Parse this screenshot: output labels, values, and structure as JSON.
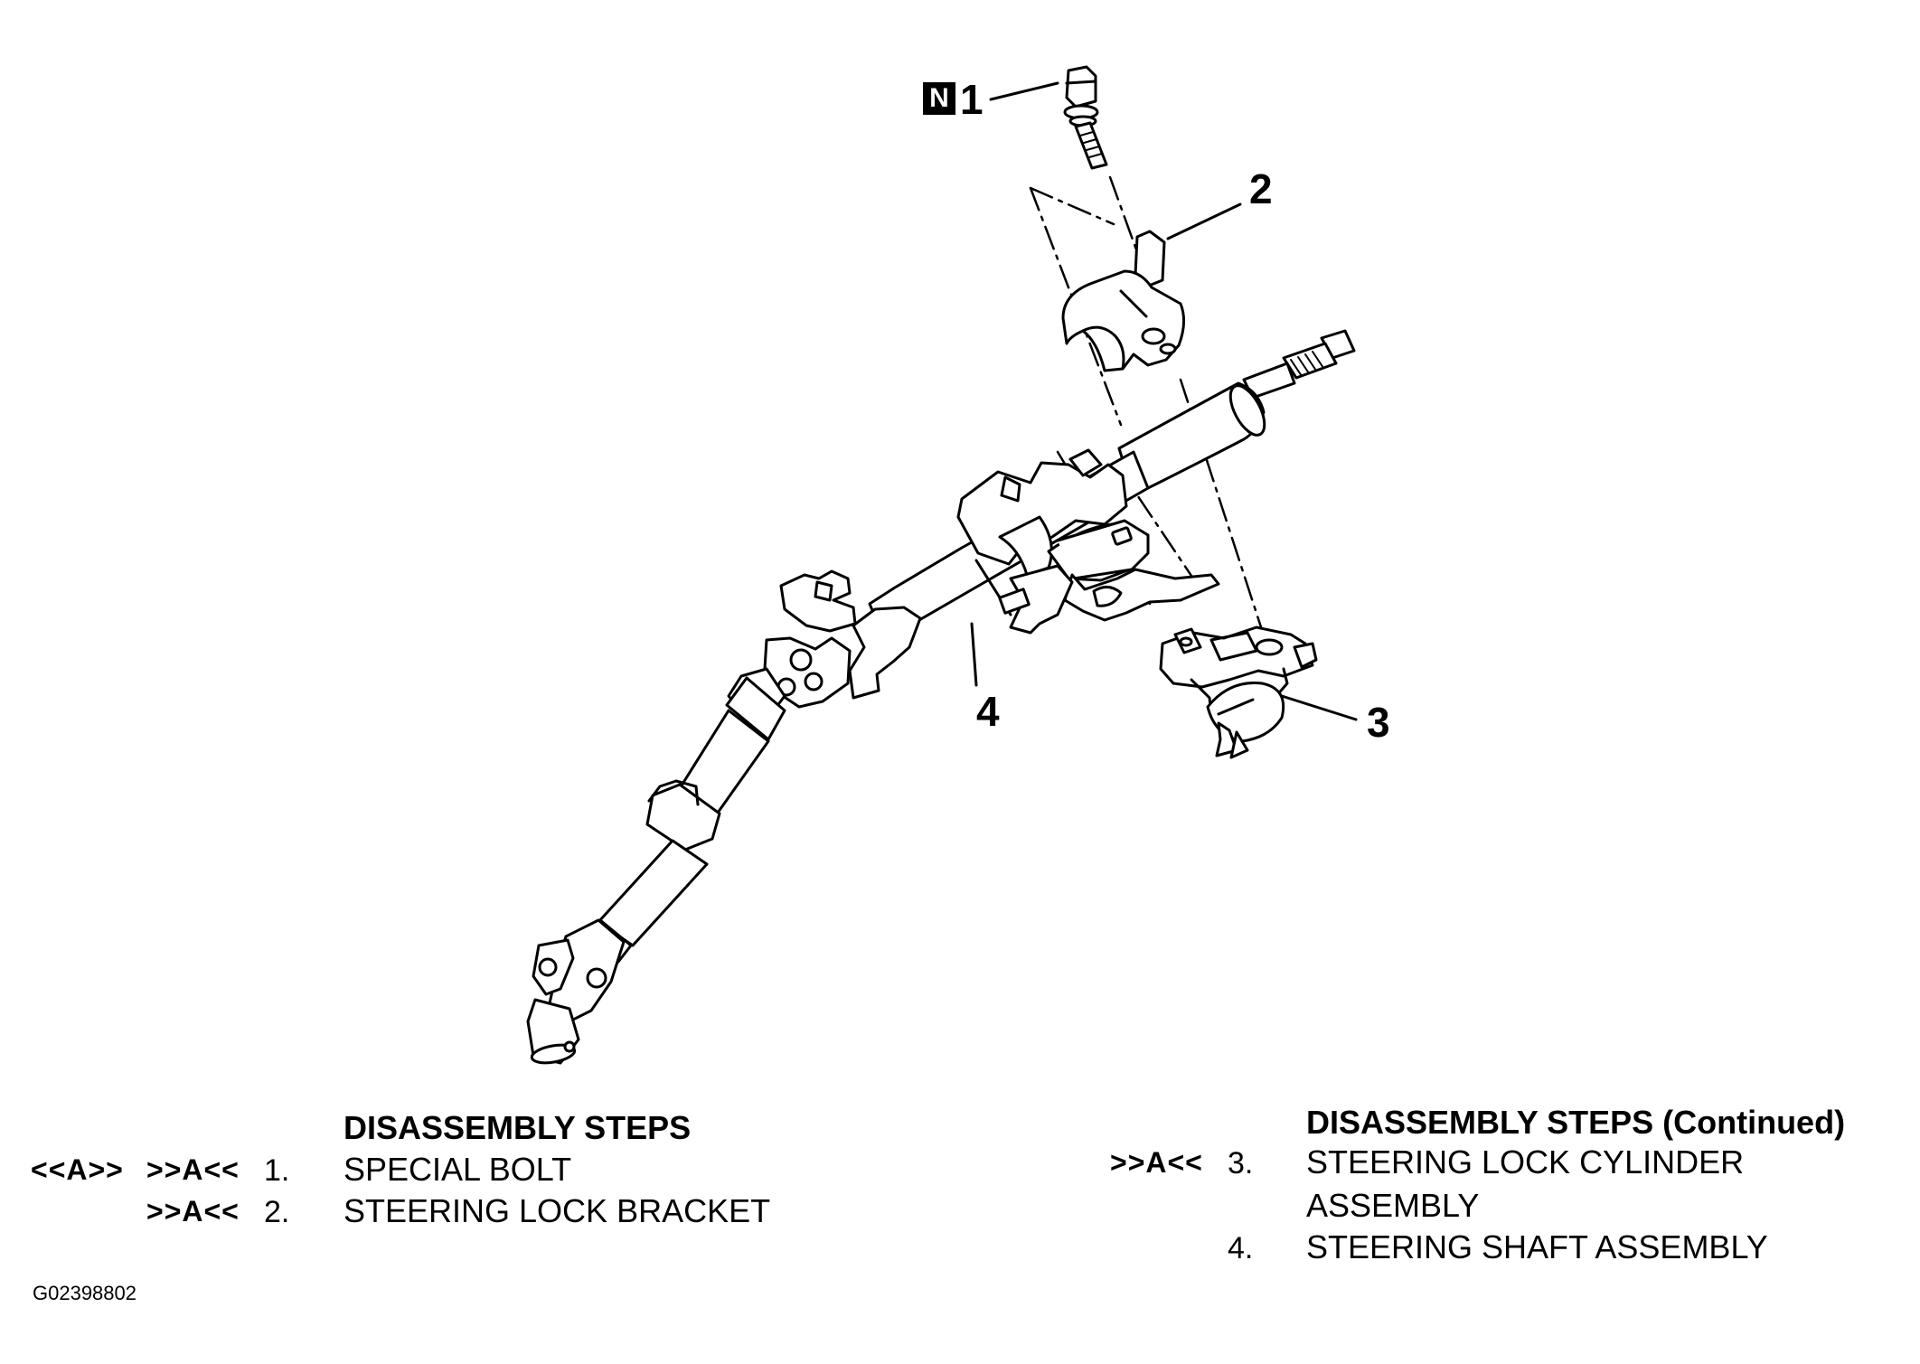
{
  "callouts": {
    "badge": "N",
    "c1": "1",
    "c2": "2",
    "c3": "3",
    "c4": "4"
  },
  "left_steps": {
    "title": "DISASSEMBLY STEPS",
    "rows": [
      {
        "code_a": "<<A>>",
        "code_b": ">>A<<",
        "num": "1.",
        "label": "SPECIAL BOLT"
      },
      {
        "code_a": "",
        "code_b": ">>A<<",
        "num": "2.",
        "label": "STEERING LOCK BRACKET"
      }
    ]
  },
  "right_steps": {
    "title": "DISASSEMBLY STEPS (Continued)",
    "rows": [
      {
        "code": ">>A<<",
        "num": "3.",
        "label": "STEERING LOCK CYLINDER",
        "label_cont": "ASSEMBLY"
      },
      {
        "code": "",
        "num": "4.",
        "label": "STEERING SHAFT ASSEMBLY"
      }
    ]
  },
  "figure_id": "G02398802"
}
